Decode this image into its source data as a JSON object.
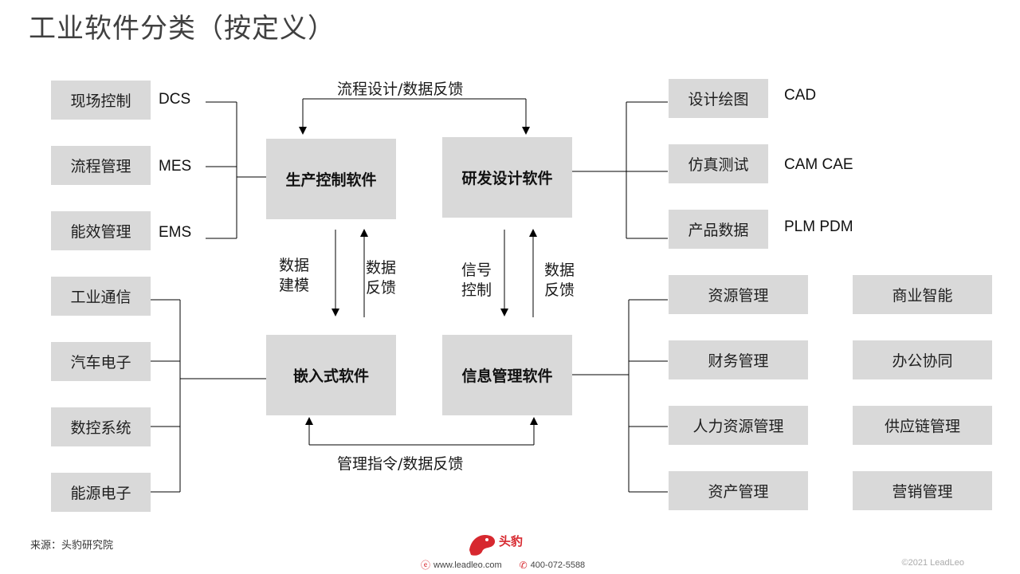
{
  "title": "工业软件分类（按定义）",
  "left_top_items": [
    {
      "label": "现场控制",
      "abbr": "DCS"
    },
    {
      "label": "流程管理",
      "abbr": "MES"
    },
    {
      "label": "能效管理",
      "abbr": "EMS"
    }
  ],
  "left_bottom_items": [
    "工业通信",
    "汽车电子",
    "数控系统",
    "能源电子"
  ],
  "right_top_items": [
    {
      "label": "设计绘图",
      "abbr": "CAD"
    },
    {
      "label": "仿真测试",
      "abbr": "CAM CAE"
    },
    {
      "label": "产品数据",
      "abbr": "PLM PDM"
    }
  ],
  "right_bottom_col1": [
    "资源管理",
    "财务管理",
    "人力资源管理",
    "资产管理"
  ],
  "right_bottom_col2": [
    "商业智能",
    "办公协同",
    "供应链管理",
    "营销管理"
  ],
  "center": {
    "production": "生产控制软件",
    "rnd": "研发设计软件",
    "embedded": "嵌入式软件",
    "info": "信息管理软件"
  },
  "flow_labels": {
    "top": "流程设计/数据反馈",
    "bottom": "管理指令/数据反馈",
    "left_down": [
      "数据",
      "建模"
    ],
    "left_up": [
      "数据",
      "反馈"
    ],
    "right_down": [
      "信号",
      "控制"
    ],
    "right_up": [
      "数据",
      "反馈"
    ]
  },
  "footer": {
    "source": "来源：头豹研究院",
    "website": "www.leadleo.com",
    "phone": "400-072-5588",
    "copyright": "©2021 LeadLeo",
    "logo_text": "头豹"
  },
  "colors": {
    "box_fill": "#d9d9d9",
    "line": "#000000",
    "brand": "#d7282f",
    "title": "#404040"
  }
}
